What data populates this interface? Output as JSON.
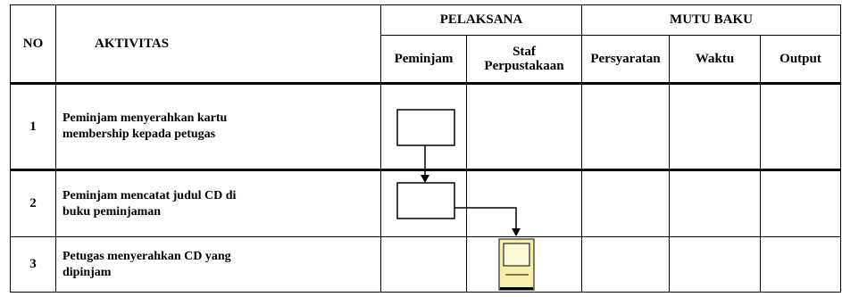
{
  "table": {
    "headers": {
      "no": "NO",
      "aktivitas": "AKTIVITAS",
      "pelaksana": "PELAKSANA",
      "mutu_baku": "MUTU BAKU",
      "peminjam": "Peminjam",
      "staf_line1": "Staf",
      "staf_line2": "Perpustakaan",
      "persyaratan": "Persyaratan",
      "waktu": "Waktu",
      "output": "Output"
    },
    "rows": [
      {
        "no": "1",
        "line1": "Peminjam menyerahkan kartu",
        "line2": "membership kepada petugas"
      },
      {
        "no": "2",
        "line1": "Peminjam mencatat judul CD di",
        "line2": "buku peminjaman"
      },
      {
        "no": "3",
        "line1": "Petugas menyerahkan CD yang",
        "line2": "dipinjam"
      }
    ]
  },
  "flow": {
    "steps": [
      {
        "shape": "process-box",
        "lane": "peminjam"
      },
      {
        "shape": "process-box",
        "lane": "peminjam"
      },
      {
        "shape": "computer-icon",
        "lane": "staf_perpustakaan"
      }
    ],
    "colors": {
      "line": "#000000",
      "computer_body": "#f5efab",
      "computer_screen": "#fbf8d8"
    }
  }
}
